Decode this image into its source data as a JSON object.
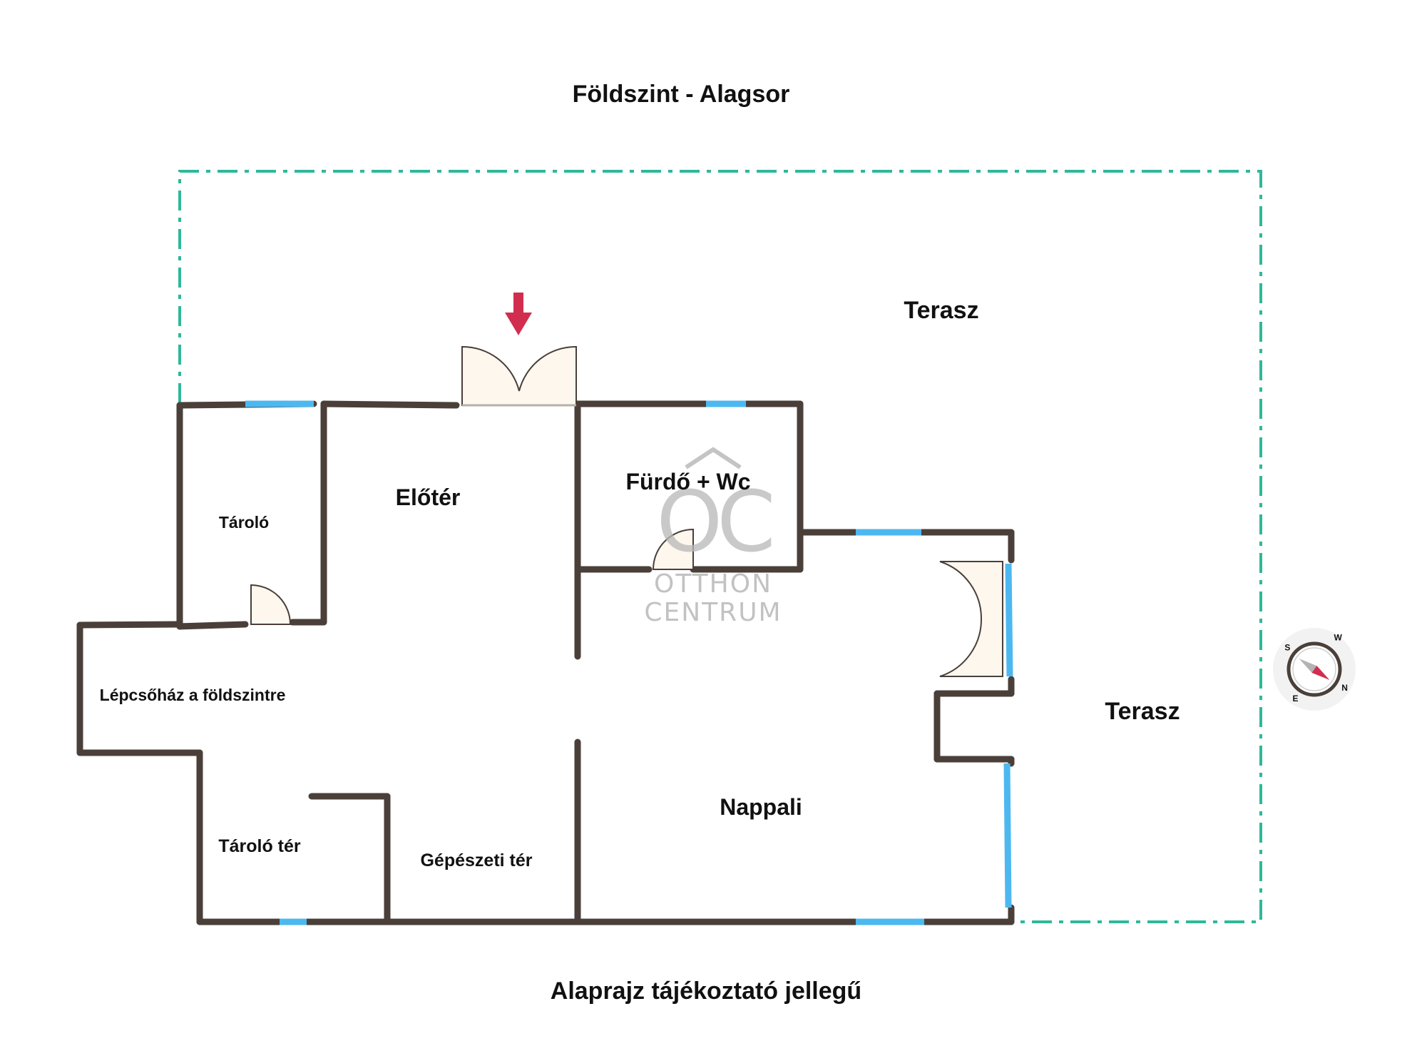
{
  "title": "Földszint - Alagsor",
  "footer": "Alaprajz tájékoztató jellegű",
  "rooms": {
    "terrace_top": "Terasz",
    "terrace_right": "Terasz",
    "storage": "Tároló",
    "hall": "Előtér",
    "bathroom": "Fürdő + Wc",
    "staircase": "Lépcsőház a földszintre",
    "storage_area": "Tároló tér",
    "mechanical": "Gépészeti tér",
    "living": "Nappali"
  },
  "watermark": {
    "logo": "OC",
    "line1": "OTTHON",
    "line2": "CENTRUM"
  },
  "compass": {
    "letters": [
      "N",
      "E",
      "S",
      "W"
    ]
  },
  "colors": {
    "wall": "#4a3f39",
    "window": "#4db8f0",
    "terrace_outline": "#2fb89a",
    "door_fill": "#fdf7ee",
    "entrance_arrow": "#d12e4f",
    "watermark": "#b8b8b8"
  }
}
